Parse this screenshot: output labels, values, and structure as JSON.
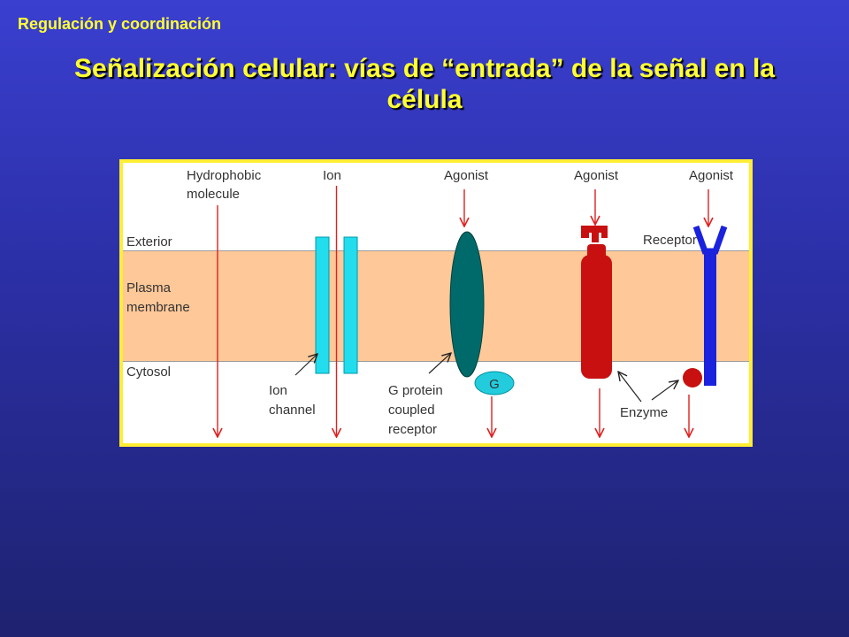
{
  "header": {
    "section": "Regulación y coordinación",
    "title_line1": "Señalización celular: vías de “entrada” de la señal en la",
    "title_line2": "célula"
  },
  "diagram": {
    "regions": {
      "exterior": "Exterior",
      "membrane_line1": "Plasma",
      "membrane_line2": "membrane",
      "cytosol": "Cytosol"
    },
    "pathways": {
      "hydrophobic_line1": "Hydrophobic",
      "hydrophobic_line2": "molecule",
      "ion": "Ion",
      "agonist_gpcr": "Agonist",
      "agonist_enzyme": "Agonist",
      "agonist_receptor": "Agonist"
    },
    "structures": {
      "ion_channel_line1": "Ion",
      "ion_channel_line2": "channel",
      "gpcr_line1": "G protein",
      "gpcr_line2": "coupled",
      "gpcr_line3": "receptor",
      "g_protein": "G",
      "enzyme": "Enzyme",
      "receptor": "Receptor"
    },
    "colors": {
      "membrane": "#ffc898",
      "arrow": "#e02020",
      "ion_channel": "#22ddee",
      "gpcr": "#006a6a",
      "g_protein": "#22ccdd",
      "enzyme_receptor": "#c81010",
      "receptor": "#1a22dd",
      "frame_border": "#ffee33"
    }
  }
}
